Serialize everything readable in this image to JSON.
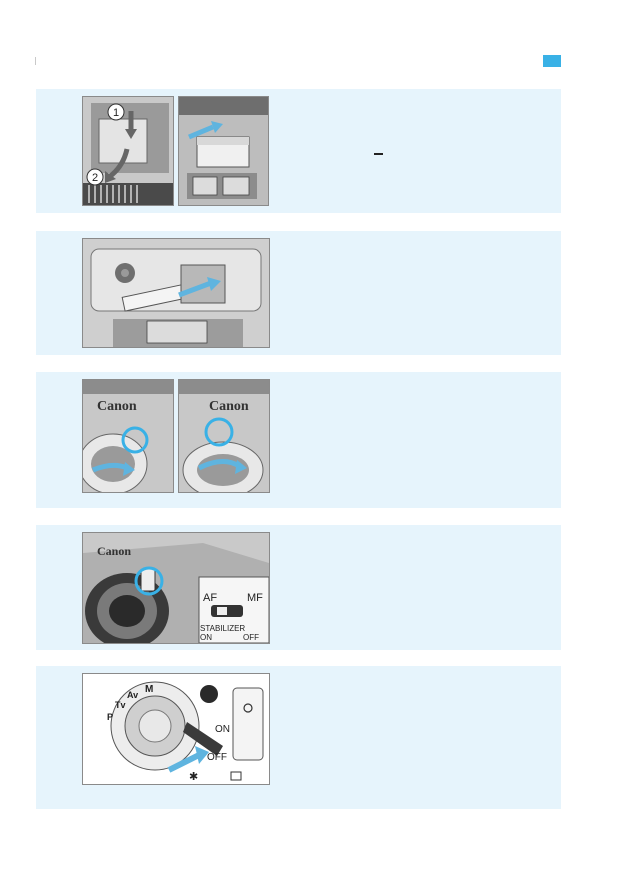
{
  "header": {
    "marker_color": "#39b1e6"
  },
  "panel_color": "#e6f4fc",
  "step1": {
    "callouts": [
      "1",
      "2"
    ],
    "body_text": "–"
  },
  "step4": {
    "switch_labels": {
      "af": "AF",
      "mf": "MF",
      "stabilizer": "STABILIZER",
      "on": "ON",
      "off": "OFF"
    }
  },
  "step5": {
    "dial_modes": [
      "M",
      "Av",
      "Tv",
      "P"
    ],
    "power_labels": {
      "on": "ON",
      "off": "OFF"
    }
  },
  "brand": "Canon"
}
